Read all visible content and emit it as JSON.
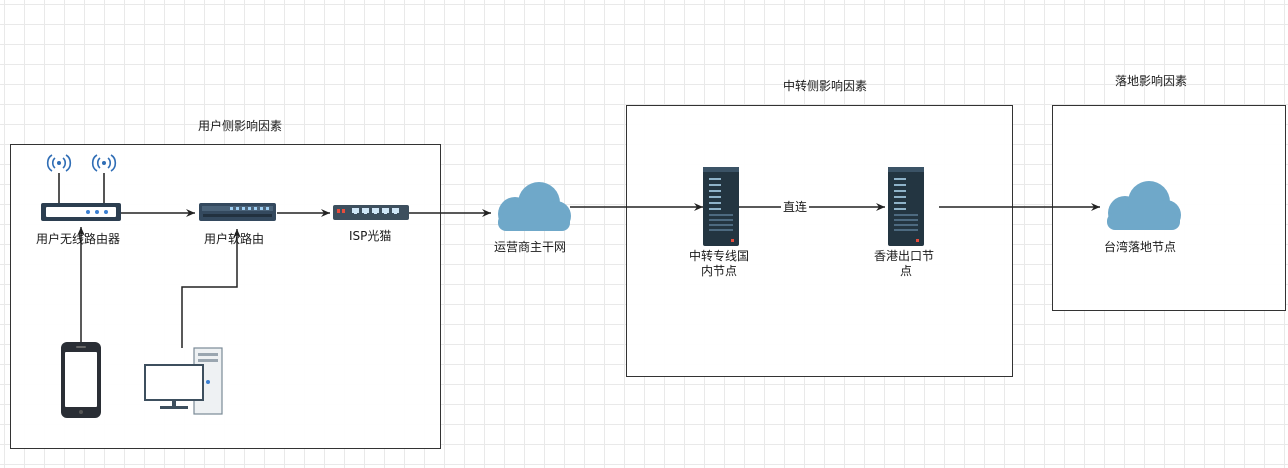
{
  "groups": {
    "user_side": "用户侧影响因素",
    "relay_side": "中转侧影响因素",
    "landing_side": "落地影响因素"
  },
  "nodes": {
    "wireless_router": "用户无线路由器",
    "soft_router": "用户软路由",
    "isp_modem": "ISP光猫",
    "isp_backbone": "运营商主干网",
    "relay_domestic_line1": "中转专线国",
    "relay_domestic_line2": "内节点",
    "hk_exit_line1": "香港出口节",
    "hk_exit_line2": "点",
    "taiwan_landing": "台湾落地节点"
  },
  "edges": {
    "direct": "直连"
  },
  "colors": {
    "cloud": "#6fa8c9",
    "server_body": "#233541",
    "router_body": "#2c3e50",
    "soft_router_body": "#34495e",
    "signal": "#2f6db5"
  }
}
